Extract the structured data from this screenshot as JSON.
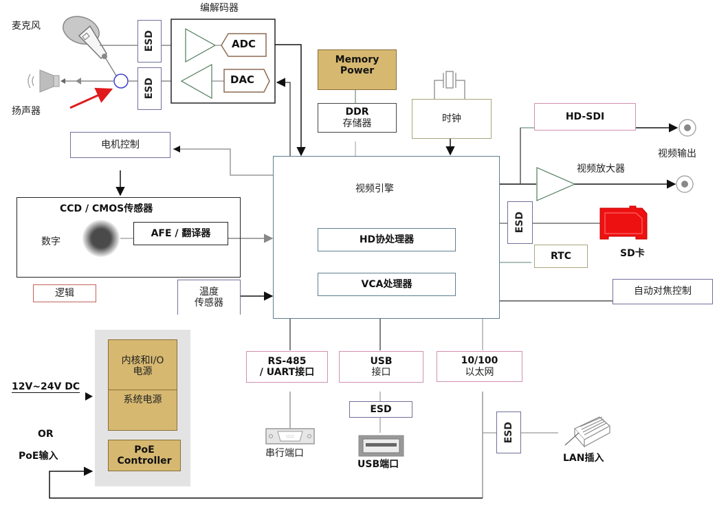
{
  "title": "视频监控摄像机系统框图",
  "audio": {
    "microphone_label": "麦克风",
    "speaker_label": "扬声器",
    "codec_title": "编解码器",
    "esd_label": "ESD",
    "adc_label": "ADC",
    "dac_label": "DAC"
  },
  "memory": {
    "memory_power": [
      "Memory",
      "Power"
    ],
    "ddr_line1": "DDR",
    "ddr_line2": "存储器"
  },
  "clock": {
    "label": "时钟"
  },
  "motor_control": {
    "label": "电机控制"
  },
  "sensor": {
    "title": "CCD / CMOS传感器",
    "digital_label": "数字",
    "afe_label": "AFE / 翻译器",
    "logic_label": "逻辑"
  },
  "temp_sensor": {
    "line1": "温度",
    "line2": "传感器"
  },
  "video_engine": {
    "title": "视频引擎",
    "hd_coprocessor": "HD协处理器",
    "vca_processor": "VCA处理器"
  },
  "video_output": {
    "hdsdi_label": "HD-SDI",
    "output_label": "视频输出",
    "amplifier_label": "视频放大器"
  },
  "storage": {
    "esd_label": "ESD",
    "sd_label": "SD卡",
    "rtc_label": "RTC"
  },
  "autofocus": {
    "label": "自动对焦控制"
  },
  "interfaces": {
    "rs485_line1": "RS-485",
    "rs485_line2": "/ UART接口",
    "usb_line1": "USB",
    "usb_line2": "接口",
    "eth_line1": "10/100",
    "eth_line2": "以太网",
    "usb_esd_label": "ESD",
    "serial_port_label": "串行端口",
    "usb_port_label": "USB端口",
    "lan_esd_label": "ESD",
    "lan_label": "LAN插入"
  },
  "power": {
    "dc_input": "12V~24V DC",
    "or_label": "OR",
    "poe_input": "PoE输入",
    "core_io_line1": "内核和I/O",
    "core_io_line2": "电源",
    "system_power": "系统电源",
    "poe_ctrl_line1": "PoE",
    "poe_ctrl_line2": "Controller"
  },
  "colors": {
    "gold_fill": "#d6b870",
    "sd_red": "#ee1111",
    "annotation_arrow": "#e01b1b",
    "jack_ring": "#3b3bd0",
    "amp_green": "#4d7a5a"
  }
}
